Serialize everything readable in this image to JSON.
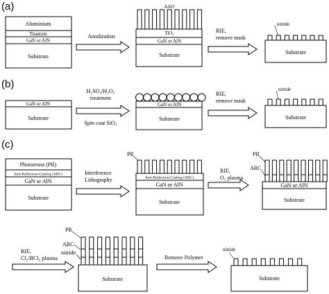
{
  "panels": {
    "a": {
      "label": "(a)",
      "layers": {
        "aluminium": "Aluminium",
        "titanium": "Titanium",
        "gan": "GaN or AlN",
        "substrate": "Substrate"
      },
      "step1_label": "Anodization",
      "aao_label": "AAO",
      "tio2_label": "TiO₂",
      "gan2": "GaN or AlN",
      "substrate2": "Substrate",
      "step2_line1": "RIE,",
      "step2_line2": "remove mask",
      "nitride_label": "nitride",
      "substrate3": "Substrate"
    },
    "b": {
      "label": "(b)",
      "gan": "GaN or AlN",
      "substrate": "Substrate",
      "step1_line1": "H₂SO₄/H₂O₂",
      "step1_line2": "treatment",
      "step1_line3": "Spin coat SiO₂",
      "gan2": "GaN or AlN",
      "substrate2": "Substrate",
      "step2_line1": "RIE,",
      "step2_line2": "remove mask",
      "nitride_label": "nitride",
      "substrate3": "Substrate"
    },
    "c": {
      "label": "(c)",
      "pr_layer": "Photoresist (PR)",
      "arc_layer": "Anti-Reflection-Coating (ARC)",
      "gan": "GaN or AlN",
      "substrate": "Substrate",
      "step1_line1": "Interference",
      "step1_line2": "Lithography",
      "pr_label": "PR",
      "arc2": "Anti-Reflection-Coating (ARC)",
      "gan2": "GaN or AlN",
      "substrate2": "Substrate",
      "step2_line1": "RIE,",
      "step2_line2": "O₂ plasma",
      "pr_label3": "PR",
      "arc_label3": "ARC",
      "gan3": "GaN or AlN",
      "substrate3": "Substrate",
      "step3_line1": "RIE,",
      "step3_line2": "Cl₂/BCl₃ plasma",
      "pr_label4": "PR",
      "arc_label4": "ARC",
      "nitride_label4": "nitride",
      "substrate4": "Substrate",
      "step4_label": "Remove Polymer",
      "nitride_label5": "nitride",
      "substrate5": "Substrate"
    }
  }
}
